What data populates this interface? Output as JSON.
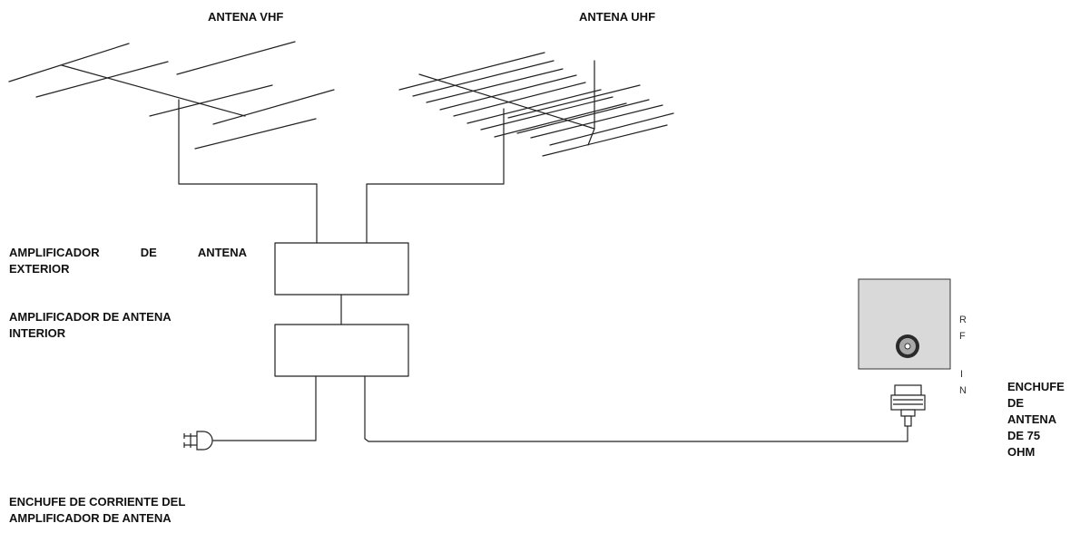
{
  "labels": {
    "vhf_antenna": "ANTENA  VHF",
    "uhf_antenna": "ANTENA UHF",
    "outdoor_amp": {
      "line1_words": [
        "AMPLIFICADOR",
        "DE",
        "ANTENA"
      ],
      "line2": "EXTERIOR"
    },
    "indoor_amp": {
      "line1": "AMPLIFICADOR DE ANTENA",
      "line2": "INTERIOR"
    },
    "power_plug": {
      "line1": "ENCHUFE DE CORRIENTE DEL",
      "line2": "AMPLIFICADOR DE ANTENA"
    },
    "antenna_plug_lines": [
      "ENCHUFE",
      "DE",
      "ANTENA",
      "DE 75",
      "OHM"
    ],
    "rf_in_letters": [
      "R",
      "F",
      "I",
      "N"
    ]
  },
  "colors": {
    "line": "#222222",
    "text": "#111111",
    "tv_panel": "#d9d9d9",
    "connector_outer": "#2a2a2a",
    "connector_inner": "#a8a8a8"
  },
  "icons": {
    "power_plug": "power-plug-icon",
    "coax_plug": "coax-plug-icon",
    "rf_socket": "rf-socket-icon"
  }
}
